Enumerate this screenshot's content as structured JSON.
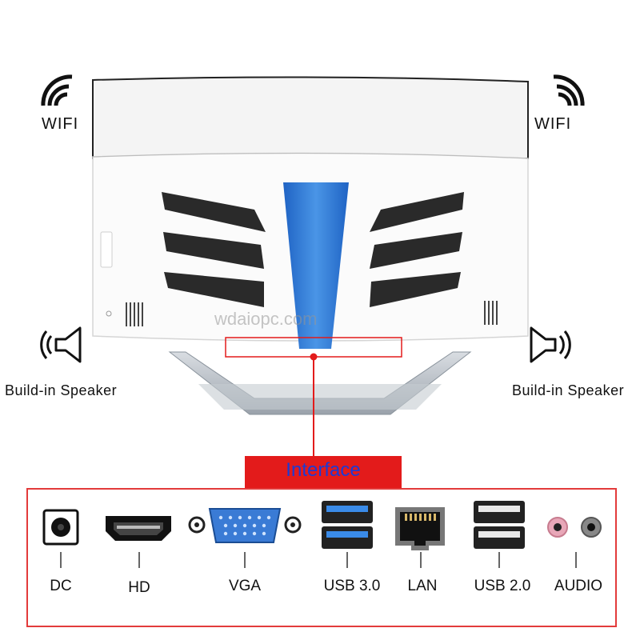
{
  "features": {
    "wifi_left": "WIFI",
    "wifi_right": "WIFI",
    "speaker_left": "Build-in Speaker",
    "speaker_right": "Build-in Speaker"
  },
  "watermark": "wdaiopc.com",
  "interface": {
    "title": "Interface",
    "ports": [
      {
        "label": "DC",
        "icon": "dc-jack-icon"
      },
      {
        "label": "HD",
        "icon": "hdmi-port-icon"
      },
      {
        "label": "VGA",
        "icon": "vga-port-icon"
      },
      {
        "label": "USB 3.0",
        "icon": "usb3-port-icon"
      },
      {
        "label": "LAN",
        "icon": "lan-port-icon"
      },
      {
        "label": "USB 2.0",
        "icon": "usb2-port-icon"
      },
      {
        "label": "AUDIO",
        "icon": "audio-jack-icon"
      }
    ]
  },
  "colors": {
    "accent_red": "#e31b1b",
    "title_blue": "#1b3bd6",
    "stripe_blue": "#2f7bd9"
  }
}
